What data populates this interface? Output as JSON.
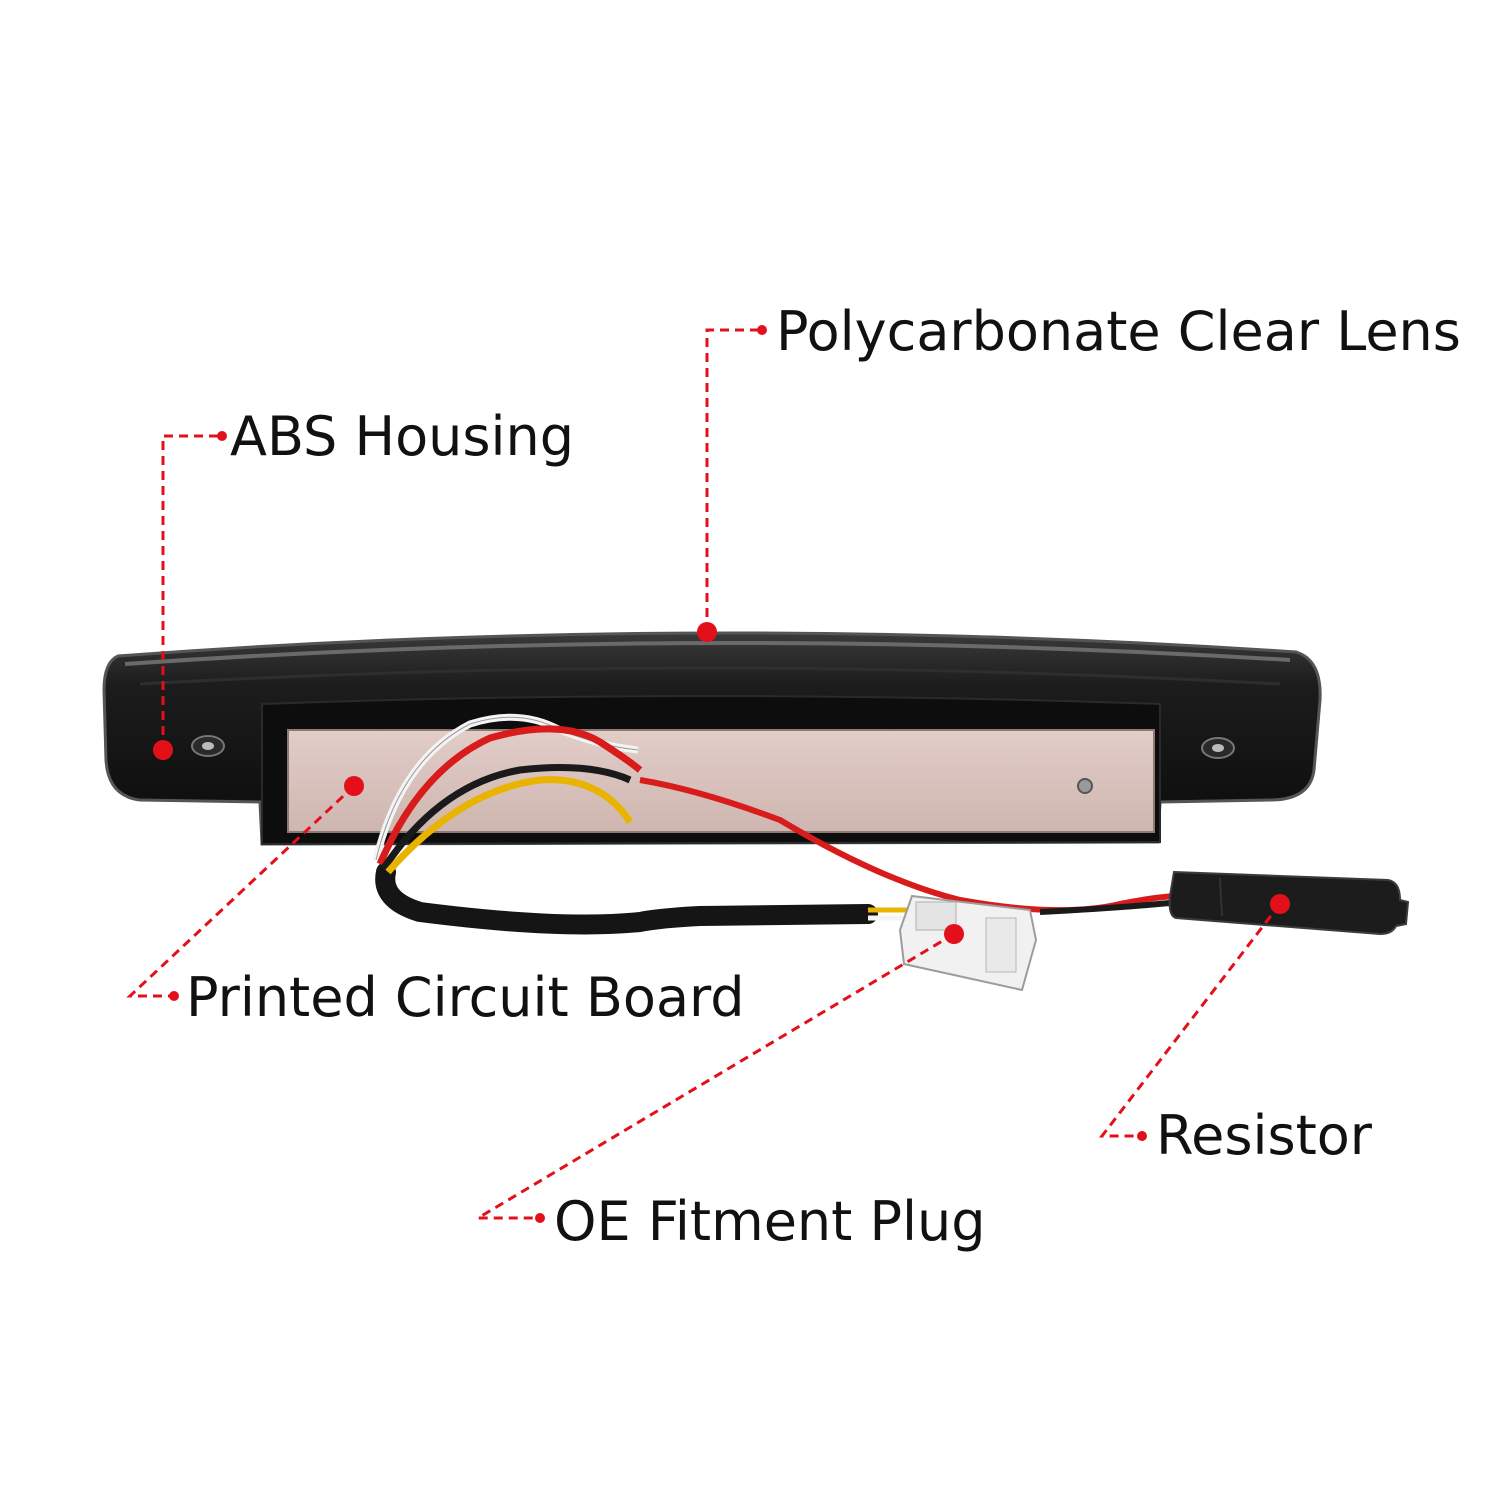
{
  "colors": {
    "callout": "#e3101a",
    "housing": "#111111",
    "lens_rim": "#4a4a4a",
    "pcb": "#d9c2bd",
    "plug": "#f1f1f1",
    "wire_red": "#d81b1b",
    "wire_white": "#f4f4f4",
    "wire_yellow": "#e8b400",
    "wire_black": "#1a1a1a"
  },
  "callouts": {
    "lens": {
      "label": "Polycarbonate Clear Lens"
    },
    "housing": {
      "label": "ABS Housing"
    },
    "pcb": {
      "label": "Printed Circuit Board"
    },
    "resistor": {
      "label": "Resistor"
    },
    "plug": {
      "label": "OE Fitment Plug"
    }
  },
  "icons": {
    "housing": "third-brake-light-housing-icon",
    "wiring": "wire-harness-icon",
    "plug": "connector-plug-icon",
    "resistor": "resistor-module-icon"
  }
}
